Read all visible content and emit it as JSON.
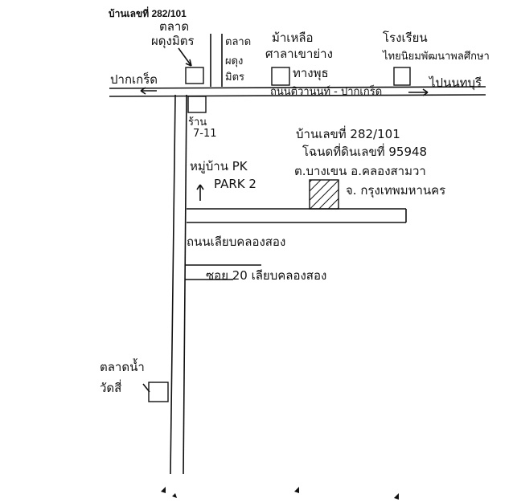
{
  "header": {
    "house_number": "บ้านเลขที่ 282/101"
  },
  "labels": {
    "market": [
      "ตลาด",
      "ผดุงมิตร"
    ],
    "market_side": [
      "ตลาด",
      "ผดุง",
      "มิตร"
    ],
    "clinic": [
      "ม้าเหลือ",
      "ศาลาเขาย่าง",
      "ทางพุธ"
    ],
    "hospital": [
      "โรงเรียน",
      "ไทยนิยมพัฒนาพลศึกษา"
    ],
    "pak_kret": "ปากเกร็ด",
    "nonthaburi": "ไปนนทบุรี",
    "main_road": "ถนนติวานนท์ - ปากเกร็ด",
    "seven_eleven": [
      "ร้าน",
      "7-11"
    ],
    "house_info": [
      "บ้านเลขที่ 282/101",
      "โฉนดที่ดินเลขที่ 95948",
      "ต.บางเขน อ.คลองสามวา",
      "จ. กรุงเทพมหานคร"
    ],
    "pk_park": [
      "หมู่บ้าน PK",
      "PARK 2"
    ],
    "soi_1": "ถนนเลียบคลองสอง",
    "soi_2": "ซอย 20 เลียบคลองสอง",
    "shop": [
      "ตลาดน้ำ",
      "วัดสี่"
    ]
  }
}
